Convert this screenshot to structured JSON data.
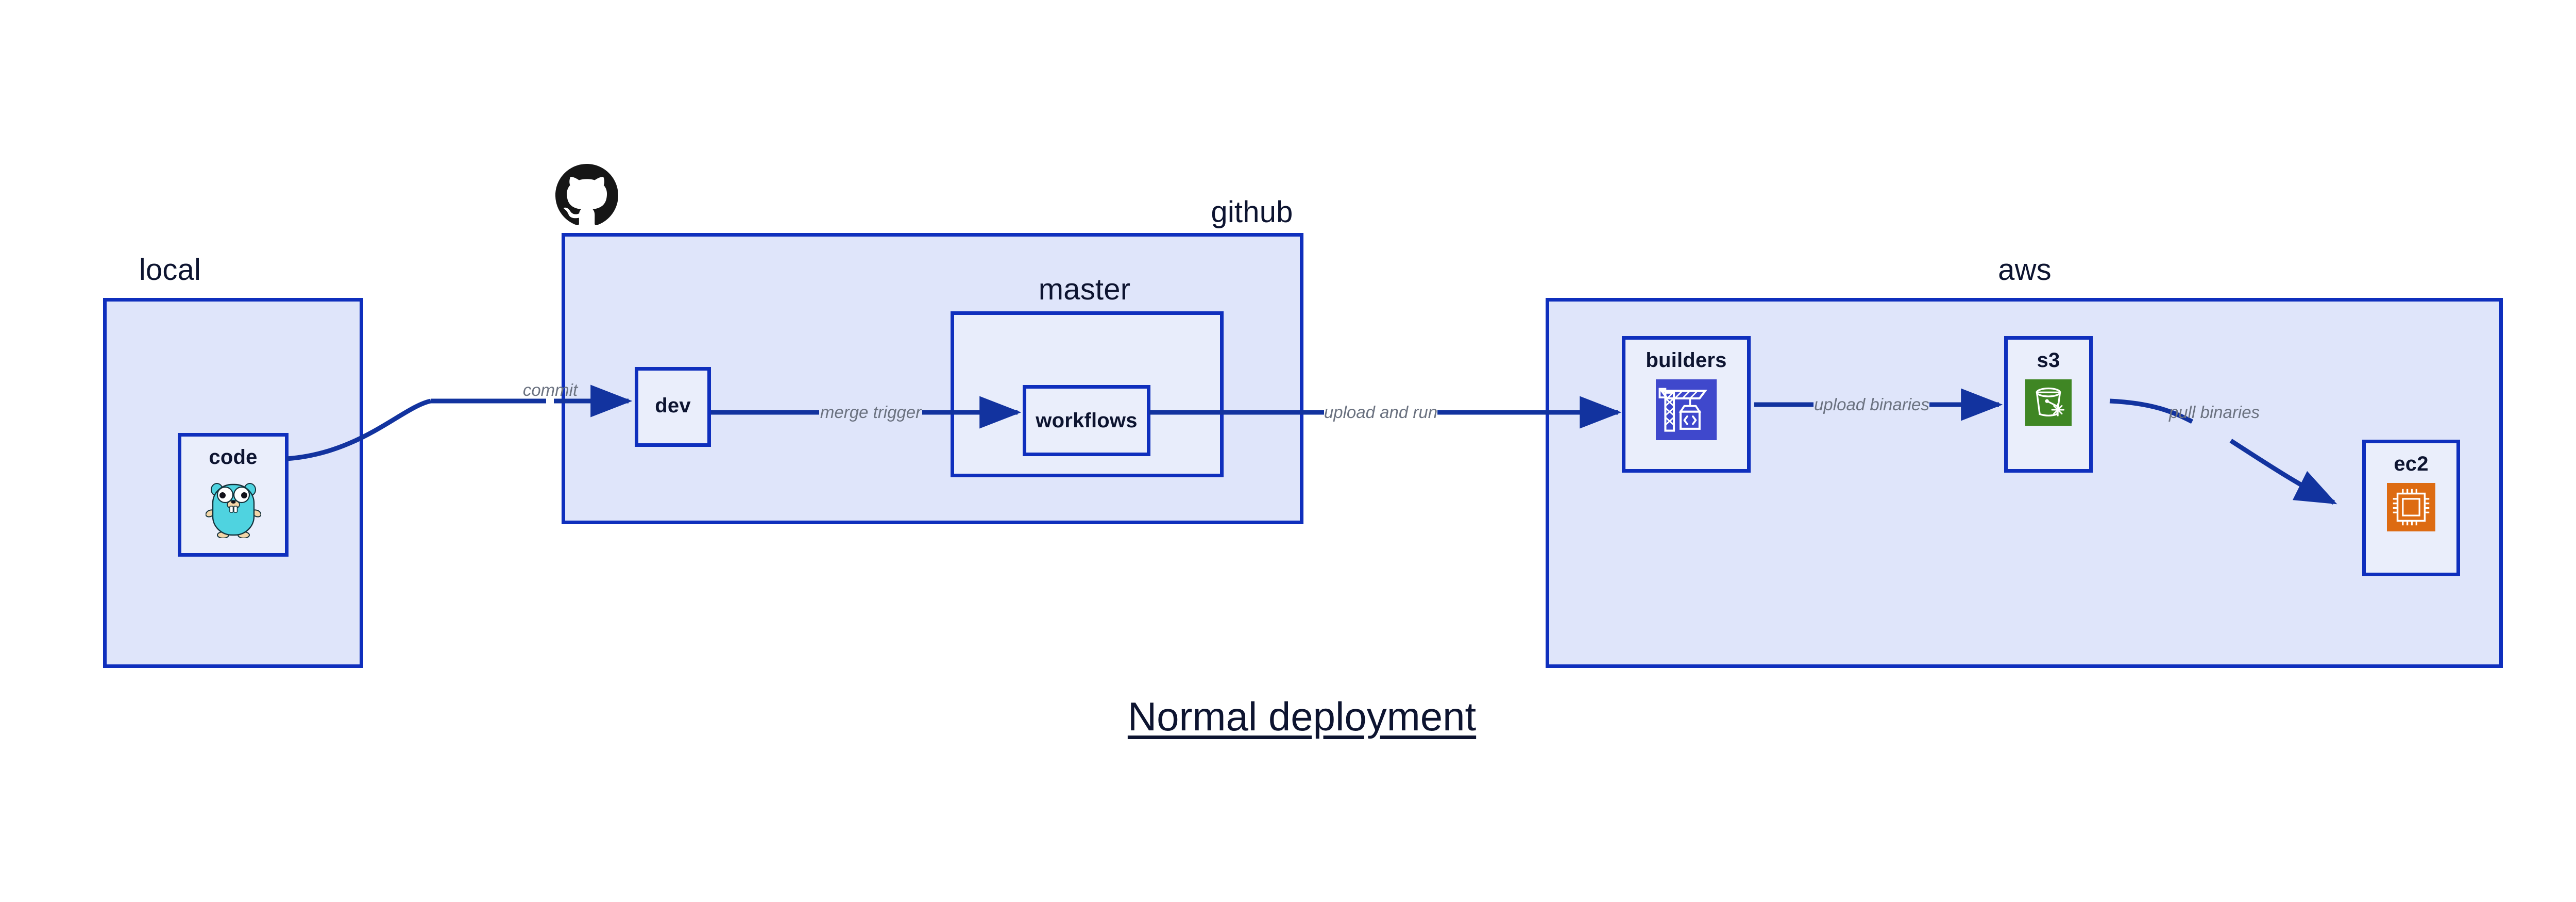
{
  "title": "Normal deployment",
  "colors": {
    "group_fill": "#dfe5fa",
    "nested_group_fill": "#e8edfb",
    "node_fill": "#eaeefb",
    "border_blue": "#0f2fbd",
    "edge_blue": "#12339f",
    "label_text": "#0d1430",
    "edge_label_text": "#6b7280",
    "codebuild_indigo": "#3f48cc",
    "s3_green": "#3f8624",
    "ec2_orange": "#dd6b12",
    "gopher_cyan": "#4fd3e0",
    "github_black": "#161616"
  },
  "groups": [
    {
      "id": "local",
      "label": "local"
    },
    {
      "id": "github",
      "label": "github"
    },
    {
      "id": "master",
      "label": "master"
    },
    {
      "id": "aws",
      "label": "aws"
    }
  ],
  "nodes": [
    {
      "id": "code",
      "label": "code",
      "icon": "go-gopher-icon"
    },
    {
      "id": "dev",
      "label": "dev",
      "icon": null
    },
    {
      "id": "workflows",
      "label": "workflows",
      "icon": null
    },
    {
      "id": "builders",
      "label": "builders",
      "icon": "aws-codebuild-icon"
    },
    {
      "id": "s3",
      "label": "s3",
      "icon": "aws-s3-bucket-icon"
    },
    {
      "id": "ec2",
      "label": "ec2",
      "icon": "aws-ec2-chip-icon"
    }
  ],
  "edges": [
    {
      "id": "commit",
      "label": "commit",
      "from": "code",
      "to": "dev",
      "shape": "curved"
    },
    {
      "id": "merge-trigger",
      "label": "merge trigger",
      "from": "dev",
      "to": "workflows",
      "shape": "straight"
    },
    {
      "id": "upload-run",
      "label": "upload and run",
      "from": "workflows",
      "to": "builders",
      "shape": "straight"
    },
    {
      "id": "upload-bin",
      "label": "upload binaries",
      "from": "builders",
      "to": "s3",
      "shape": "straight"
    },
    {
      "id": "pull-bin",
      "label": "pull binaries",
      "from": "s3",
      "to": "ec2",
      "shape": "curved"
    }
  ],
  "logos": [
    {
      "id": "github-logo",
      "name": "github-octocat-icon"
    }
  ]
}
